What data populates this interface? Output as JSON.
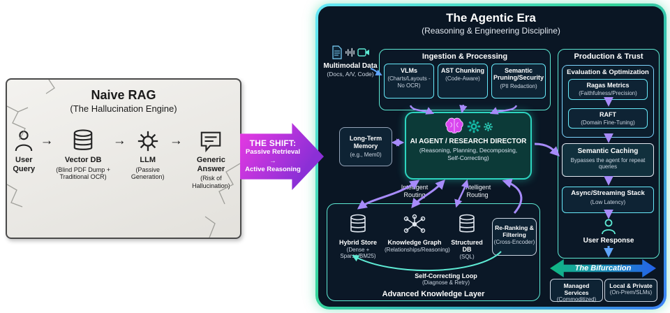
{
  "naive": {
    "title": "Naive RAG",
    "subtitle": "(The Hallucination Engine)",
    "arrow_glyph": "→",
    "steps": [
      {
        "label": "User Query",
        "sub": ""
      },
      {
        "label": "Vector DB",
        "sub": "(Blind PDF Dump + Traditional OCR)"
      },
      {
        "label": "LLM",
        "sub": "(Passive Generation)"
      },
      {
        "label": "Generic Answer",
        "sub": "(Risk of Hallucination)"
      }
    ]
  },
  "shift": {
    "title": "THE SHIFT:",
    "line1": "Passive Retrieval →",
    "line2": "Active Reasoning"
  },
  "agentic": {
    "title": "The Agentic Era",
    "subtitle": "(Reasoning & Engineering Discipline)",
    "multimodal": {
      "label": "Multimodal Data",
      "sub": "(Docs, A/V, Code)"
    },
    "ingestion": {
      "title": "Ingestion & Processing",
      "items": [
        {
          "label": "VLMs",
          "sub": "(Charts/Layouts - No OCR)"
        },
        {
          "label": "AST Chunking",
          "sub": "(Code-Aware)"
        },
        {
          "label": "Semantic Pruning/Security",
          "sub": "(PII Redaction)"
        }
      ]
    },
    "memory": {
      "label": "Long-Term Memory",
      "sub": "(e.g., Mem0)"
    },
    "agent": {
      "label": "AI AGENT / RESEARCH DIRECTOR",
      "sub": "(Reasoning, Planning, Decomposing, Self-Correcting)"
    },
    "routing_left": "Intelligent Routing",
    "routing_right": "Intelligent Routing",
    "knowledge": {
      "title": "Advanced Knowledge Layer",
      "stores": [
        {
          "label": "Hybrid Store",
          "sub": "(Dense + Sparse/BM25)"
        },
        {
          "label": "Knowledge Graph",
          "sub": "(Relationships/Reasoning)"
        },
        {
          "label": "Structured DB",
          "sub": "(SQL)"
        }
      ],
      "reranking": {
        "label": "Re-Ranking & Filtering",
        "sub": "(Cross-Encoder)"
      },
      "loop": {
        "label": "Self-Correcting Loop",
        "sub": "(Diagnose & Retry)"
      }
    },
    "production": {
      "title": "Production & Trust",
      "evaluation": {
        "title": "Evaluation & Optimization",
        "items": [
          {
            "label": "Ragas Metrics",
            "sub": "(Faithfulness/Precision)"
          },
          {
            "label": "RAFT",
            "sub": "(Domain Fine-Tuning)"
          }
        ]
      },
      "caching": {
        "label": "Semantic Caching",
        "sub": "Bypasses the agent for repeat queries"
      },
      "streaming": {
        "label": "Async/Streaming Stack",
        "sub": "(Low Latency)"
      },
      "user_response": "User Response"
    },
    "bifurcation": {
      "title": "The Bifurcation",
      "options": [
        {
          "label": "Managed Services",
          "sub": "(Commoditized)"
        },
        {
          "label": "Local & Private",
          "sub": "(On-Prem/SLMs)"
        }
      ]
    }
  },
  "colors": {
    "teal": "#2dd4bf",
    "purple": "#a78bfa",
    "magenta": "#d946ef",
    "blue": "#3b82f6",
    "green": "#10b981",
    "panel_navy": "#0a1624"
  }
}
